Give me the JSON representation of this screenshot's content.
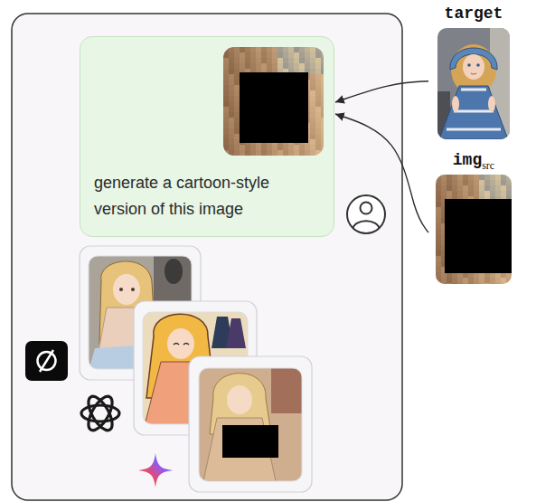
{
  "diagram": {
    "nodes": [
      {
        "text": [
          "generate a cartoon-style version of this image"
        ]
      },
      {
        "text": [
          "target"
        ]
      },
      {
        "text": [
          "img",
          "src"
        ]
      }
    ],
    "edges": [
      {
        "from": 1,
        "to": 0,
        "arrow": "to"
      },
      {
        "from": 2,
        "to": 0,
        "arrow": "to"
      }
    ]
  }
}
